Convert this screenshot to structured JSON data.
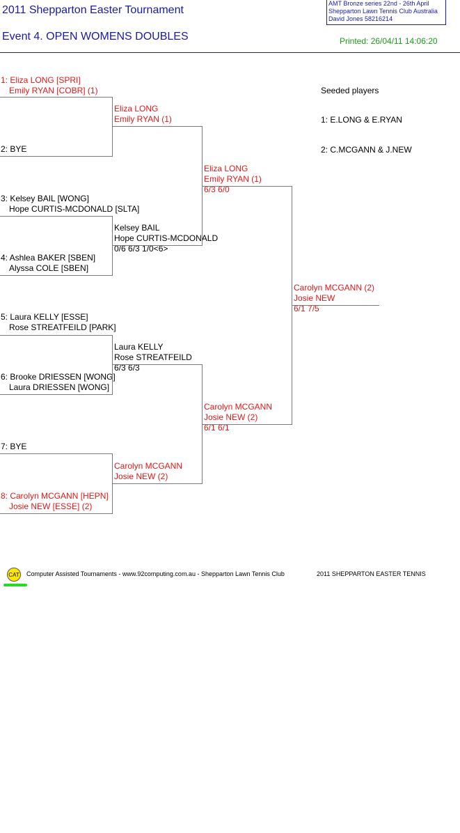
{
  "header": {
    "title": "2011 Shepparton Easter Tournament",
    "event": "Event 4. OPEN WOMENS DOUBLES",
    "printed": "Printed: 26/04/11 14:06:20",
    "info_lines": [
      "AMT Bronze series    22nd - 26th April",
      "Shepparton Lawn Tennis Club    Australia",
      "David Jones    58216214"
    ]
  },
  "draw": {
    "round1": [
      {
        "line1": "1: Eliza LONG [SPRI]",
        "line2": "Emily RYAN [COBR] (1)"
      },
      {
        "line1": "2: BYE",
        "line2": ""
      },
      {
        "line1": "3: Kelsey BAIL [WONG]",
        "line2": "Hope CURTIS-MCDONALD [SLTA]"
      },
      {
        "line1": "4: Ashlea BAKER [SBEN]",
        "line2": "Alyssa COLE [SBEN]"
      },
      {
        "line1": "5: Laura KELLY [ESSE]",
        "line2": "Rose STREATFEILD [PARK]"
      },
      {
        "line1": "6: Brooke DRIESSEN [WONG]",
        "line2": "Laura DRIESSEN [WONG]"
      },
      {
        "line1": "7: BYE",
        "line2": ""
      },
      {
        "line1": "8: Carolyn MCGANN [HEPN]",
        "line2": "Josie NEW [ESSE] (2)"
      }
    ],
    "round2": [
      {
        "line1": "Eliza LONG",
        "line2": "Emily RYAN (1)",
        "score": ""
      },
      {
        "line1": "Kelsey BAIL",
        "line2": "Hope CURTIS-MCDONALD",
        "score": "0/6 6/3 1/0<6>"
      },
      {
        "line1": "Laura KELLY",
        "line2": "Rose STREATFEILD",
        "score": "6/3 6/3"
      },
      {
        "line1": "Carolyn MCGANN",
        "line2": "Josie NEW (2)",
        "score": ""
      }
    ],
    "semis": [
      {
        "line1": "Eliza LONG",
        "line2": "Emily RYAN (1)",
        "score": "6/3 6/0"
      },
      {
        "line1": "Carolyn MCGANN",
        "line2": "Josie NEW (2)",
        "score": "6/1 6/1"
      }
    ],
    "final": {
      "line1": "Carolyn MCGANN (2)",
      "line2": "Josie NEW",
      "score": "6/1 7/5"
    }
  },
  "seeds": {
    "heading": "Seeded players",
    "list": [
      "1: E.LONG & E.RYAN",
      "2: C.MCGANN & J.NEW"
    ]
  },
  "footer": {
    "logo": "CAT",
    "credit": "Computer Assisted Tournaments - www.92computing.com.au -  Shepparton Lawn Tennis Club",
    "event": "2011 SHEPPARTON EASTER TENNIS"
  },
  "colors": {
    "seeded": "#e01818",
    "title": "#1a1aa6",
    "printed": "#1a9a1a"
  }
}
